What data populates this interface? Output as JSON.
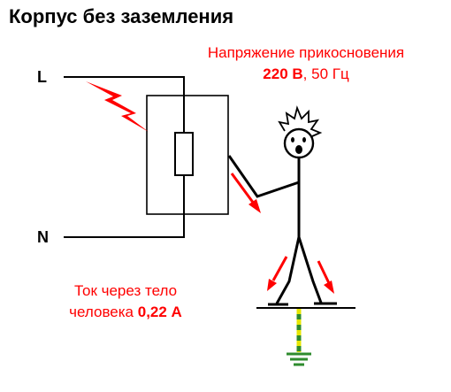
{
  "title": "Корпус без заземления",
  "voltage": {
    "line1": "Напряжение прикосновения",
    "value": "220 В",
    "freq": ", 50 Гц"
  },
  "wires": {
    "phase": "L",
    "neutral": "N"
  },
  "current": {
    "line1": "Ток через тело",
    "line2": "человека ",
    "value": "0,22 А"
  },
  "colors": {
    "text": "#000000",
    "accent": "#ff0000",
    "ground_green": "#2e8b2e",
    "ground_yellow": "#e6e600"
  },
  "icons": {
    "fault": "lightning-bolt-icon",
    "ground": "ground-symbol-icon",
    "face": "distressed-face-icon"
  }
}
